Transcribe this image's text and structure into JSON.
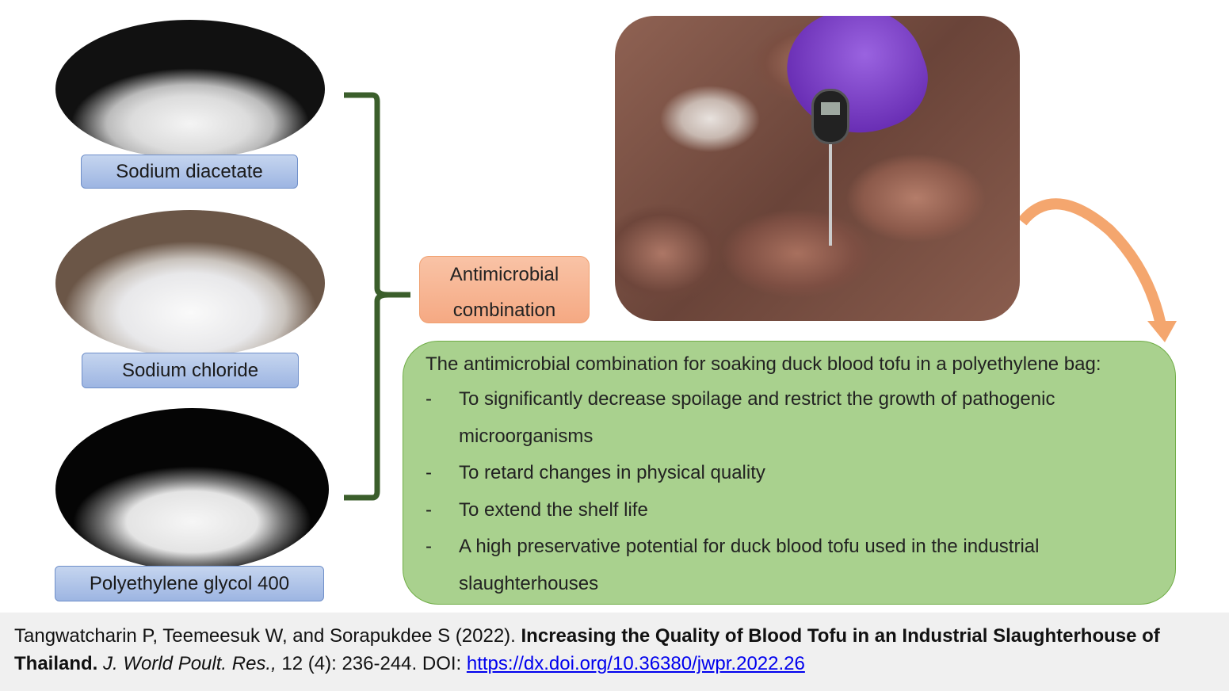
{
  "ingredients": [
    {
      "label": "Sodium diacetate"
    },
    {
      "label": "Sodium chloride"
    },
    {
      "label": "Polyethylene glycol 400"
    }
  ],
  "combination": {
    "line1": "Antimicrobial",
    "line2": "combination"
  },
  "effects": {
    "intro": "The antimicrobial combination for soaking duck blood tofu in a polyethylene bag:",
    "bullets": [
      {
        "dash": "-",
        "text": "To significantly decrease spoilage and restrict the growth of pathogenic microorganisms"
      },
      {
        "dash": "-",
        "text": "To retard changes in physical quality"
      },
      {
        "dash": "-",
        "text": "To extend the shelf life"
      },
      {
        "dash": "-",
        "text": "A high preservative potential for duck blood tofu used in the industrial slaughterhouses"
      }
    ]
  },
  "citation": {
    "authors": "Tangwatcharin P, Teemeesuk W, and Sorapukdee S (2022). ",
    "title": "Increasing the Quality of Blood Tofu in an Industrial Slaughterhouse of Thailand.",
    "journal": "J. World Poult. Res.,",
    "volume": " 12 (4): 236-244. DOI: ",
    "doi": "https://dx.doi.org/10.36380/jwpr.2022.26"
  },
  "colors": {
    "bracket": "#3b5e2b",
    "arrow": "#f4a66e",
    "green": "#a9d18e",
    "label": "#9db5e2"
  }
}
